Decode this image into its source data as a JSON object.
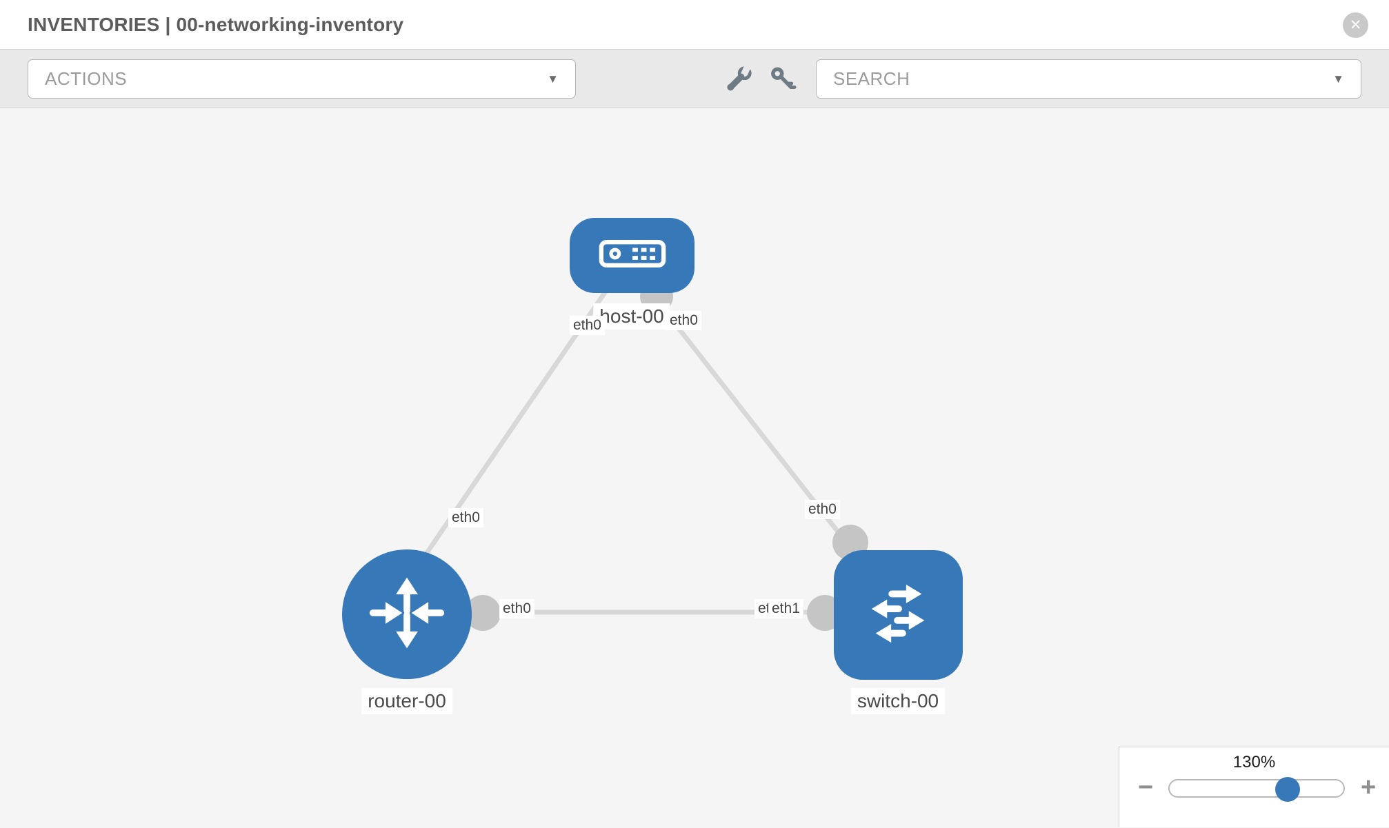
{
  "header": {
    "title": "INVENTORIES | 00-networking-inventory",
    "close_glyph": "✕"
  },
  "toolbar": {
    "actions": {
      "label": "ACTIONS",
      "caret": "▼"
    },
    "search": {
      "label": "SEARCH",
      "caret": "▼"
    },
    "tool_icons": [
      {
        "name": "wrench-icon"
      },
      {
        "name": "key-icon"
      }
    ]
  },
  "topology": {
    "nodes": [
      {
        "label": "host-00",
        "type": "host"
      },
      {
        "label": "router-00",
        "type": "router"
      },
      {
        "label": "switch-00",
        "type": "switch"
      }
    ],
    "port_labels": {
      "host_port_to_router": "eth0",
      "host_port_to_switch": "eth0",
      "router_port_to_host": "eth0",
      "switch_port_to_host": "eth0",
      "router_port_to_switch": "eth0",
      "switch_port_under": "eth0",
      "switch_port_over": "eth1"
    },
    "links": [
      {
        "from": "host-00",
        "to": "router-00",
        "from_port": "eth0",
        "to_port": "eth0"
      },
      {
        "from": "host-00",
        "to": "switch-00",
        "from_port": "eth0",
        "to_port": "eth0"
      },
      {
        "from": "router-00",
        "to": "switch-00",
        "from_port": "eth0",
        "to_port": "eth1"
      }
    ]
  },
  "zoom_control": {
    "value": "130%",
    "minus_glyph": "−",
    "plus_glyph": "+"
  },
  "colors": {
    "node_blue": "#3778b8",
    "connector_gray": "#c5c5c5",
    "link_gray": "#d8d8d8"
  }
}
